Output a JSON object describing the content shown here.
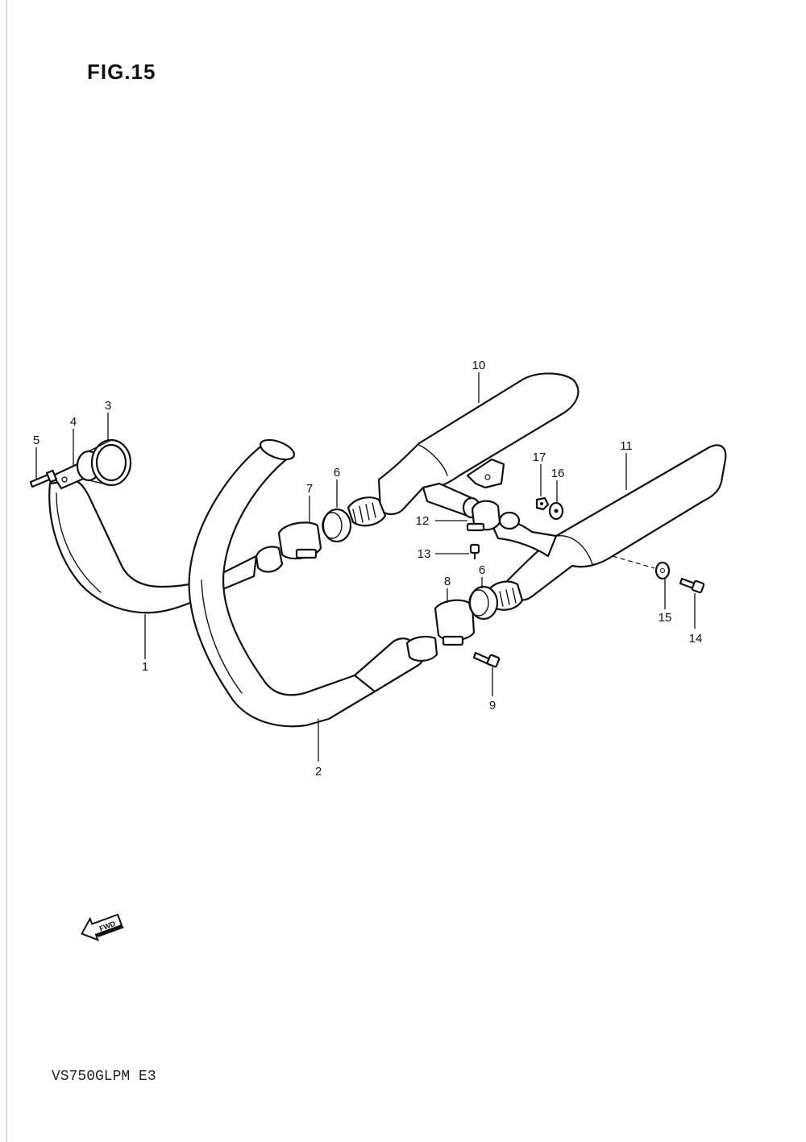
{
  "figure": {
    "title": "FIG.15"
  },
  "footer": {
    "model_code": "VS750GLPM E3"
  },
  "fwd_badge": {
    "label": "FWD"
  },
  "callouts": [
    {
      "id": "c1",
      "label": "1"
    },
    {
      "id": "c2",
      "label": "2"
    },
    {
      "id": "c3",
      "label": "3"
    },
    {
      "id": "c4",
      "label": "4"
    },
    {
      "id": "c5",
      "label": "5"
    },
    {
      "id": "c6a",
      "label": "6"
    },
    {
      "id": "c6b",
      "label": "6"
    },
    {
      "id": "c7",
      "label": "7"
    },
    {
      "id": "c8",
      "label": "8"
    },
    {
      "id": "c9",
      "label": "9"
    },
    {
      "id": "c10",
      "label": "10"
    },
    {
      "id": "c11",
      "label": "11"
    },
    {
      "id": "c12",
      "label": "12"
    },
    {
      "id": "c13",
      "label": "13"
    },
    {
      "id": "c14",
      "label": "14"
    },
    {
      "id": "c15",
      "label": "15"
    },
    {
      "id": "c16",
      "label": "16"
    },
    {
      "id": "c17",
      "label": "17"
    }
  ]
}
